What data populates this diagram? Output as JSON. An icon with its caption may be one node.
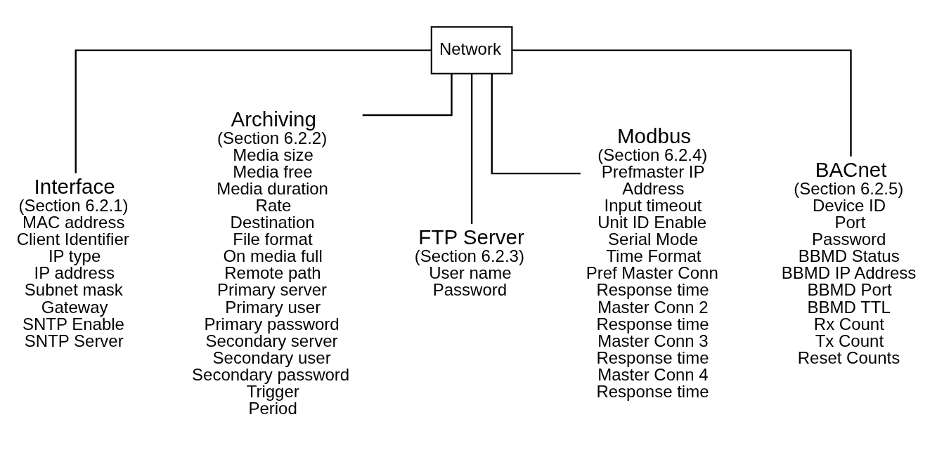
{
  "diagram": {
    "nodes": [
      {
        "text": [
          "Network"
        ]
      },
      {
        "text": [
          "Interface",
          "(Section 6.2.1)",
          "MAC address",
          "Client Identifier",
          "IP type",
          "IP address",
          "Subnet mask",
          "Gateway",
          "SNTP Enable",
          "SNTP Server"
        ]
      },
      {
        "text": [
          "Archiving",
          "(Section 6.2.2)",
          "Media size",
          "Media free",
          "Media duration",
          "Rate",
          "Destination",
          "File format",
          "On media full",
          "Remote path",
          "Primary server",
          "Primary user",
          "Primary password",
          "Secondary server",
          "Secondary user",
          "Secondary password",
          "Trigger",
          "Period"
        ]
      },
      {
        "text": [
          "FTP Server",
          "(Section 6.2.3)",
          "User name",
          "Password"
        ]
      },
      {
        "text": [
          "Modbus",
          "(Section 6.2.4)",
          "Prefmaster IP",
          "Address",
          "Input timeout",
          "Unit ID Enable",
          "Serial Mode",
          "Time Format",
          "Pref Master Conn",
          "Response time",
          "Master Conn 2",
          "Response time",
          "Master Conn 3",
          "Response time",
          "Master Conn 4",
          "Response time"
        ]
      },
      {
        "text": [
          "BACnet",
          "(Section 6.2.5)",
          "Device ID",
          "Port",
          "Password",
          "BBMD Status",
          "BBMD IP Address",
          "BBMD Port",
          "BBMD TTL",
          "Rx Count",
          "Tx Count",
          "Reset Counts"
        ]
      }
    ],
    "edges": [
      {
        "from": 0,
        "to": 1,
        "arrow": "none"
      },
      {
        "from": 0,
        "to": 2,
        "arrow": "none"
      },
      {
        "from": 0,
        "to": 3,
        "arrow": "none"
      },
      {
        "from": 0,
        "to": 4,
        "arrow": "none"
      },
      {
        "from": 0,
        "to": 5,
        "arrow": "none"
      }
    ]
  }
}
